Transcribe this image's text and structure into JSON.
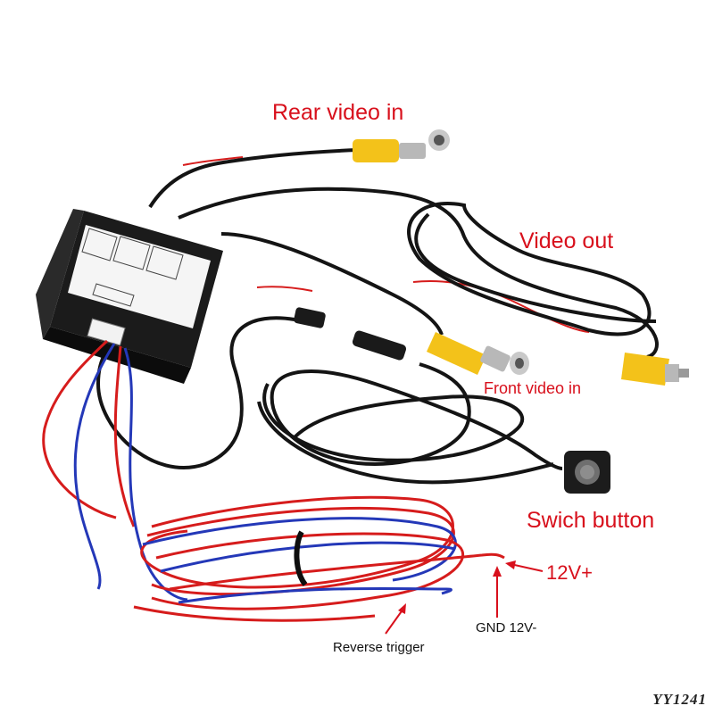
{
  "labels": {
    "rear_video_in": "Rear video in",
    "video_out": "Video out",
    "front_video_in": "Front video in",
    "switch_button": "Swich button",
    "power_positive": "12V+",
    "ground": "GND 12V-",
    "reverse_trigger": "Reverse trigger"
  },
  "watermark": "YY1241",
  "colors": {
    "label_red": "#d8101c",
    "cable_black": "#141414",
    "rca_yellow": "#f3c21a",
    "wire_red": "#d61c1c",
    "wire_blue": "#2438b8",
    "box_black": "#1b1b1b"
  }
}
